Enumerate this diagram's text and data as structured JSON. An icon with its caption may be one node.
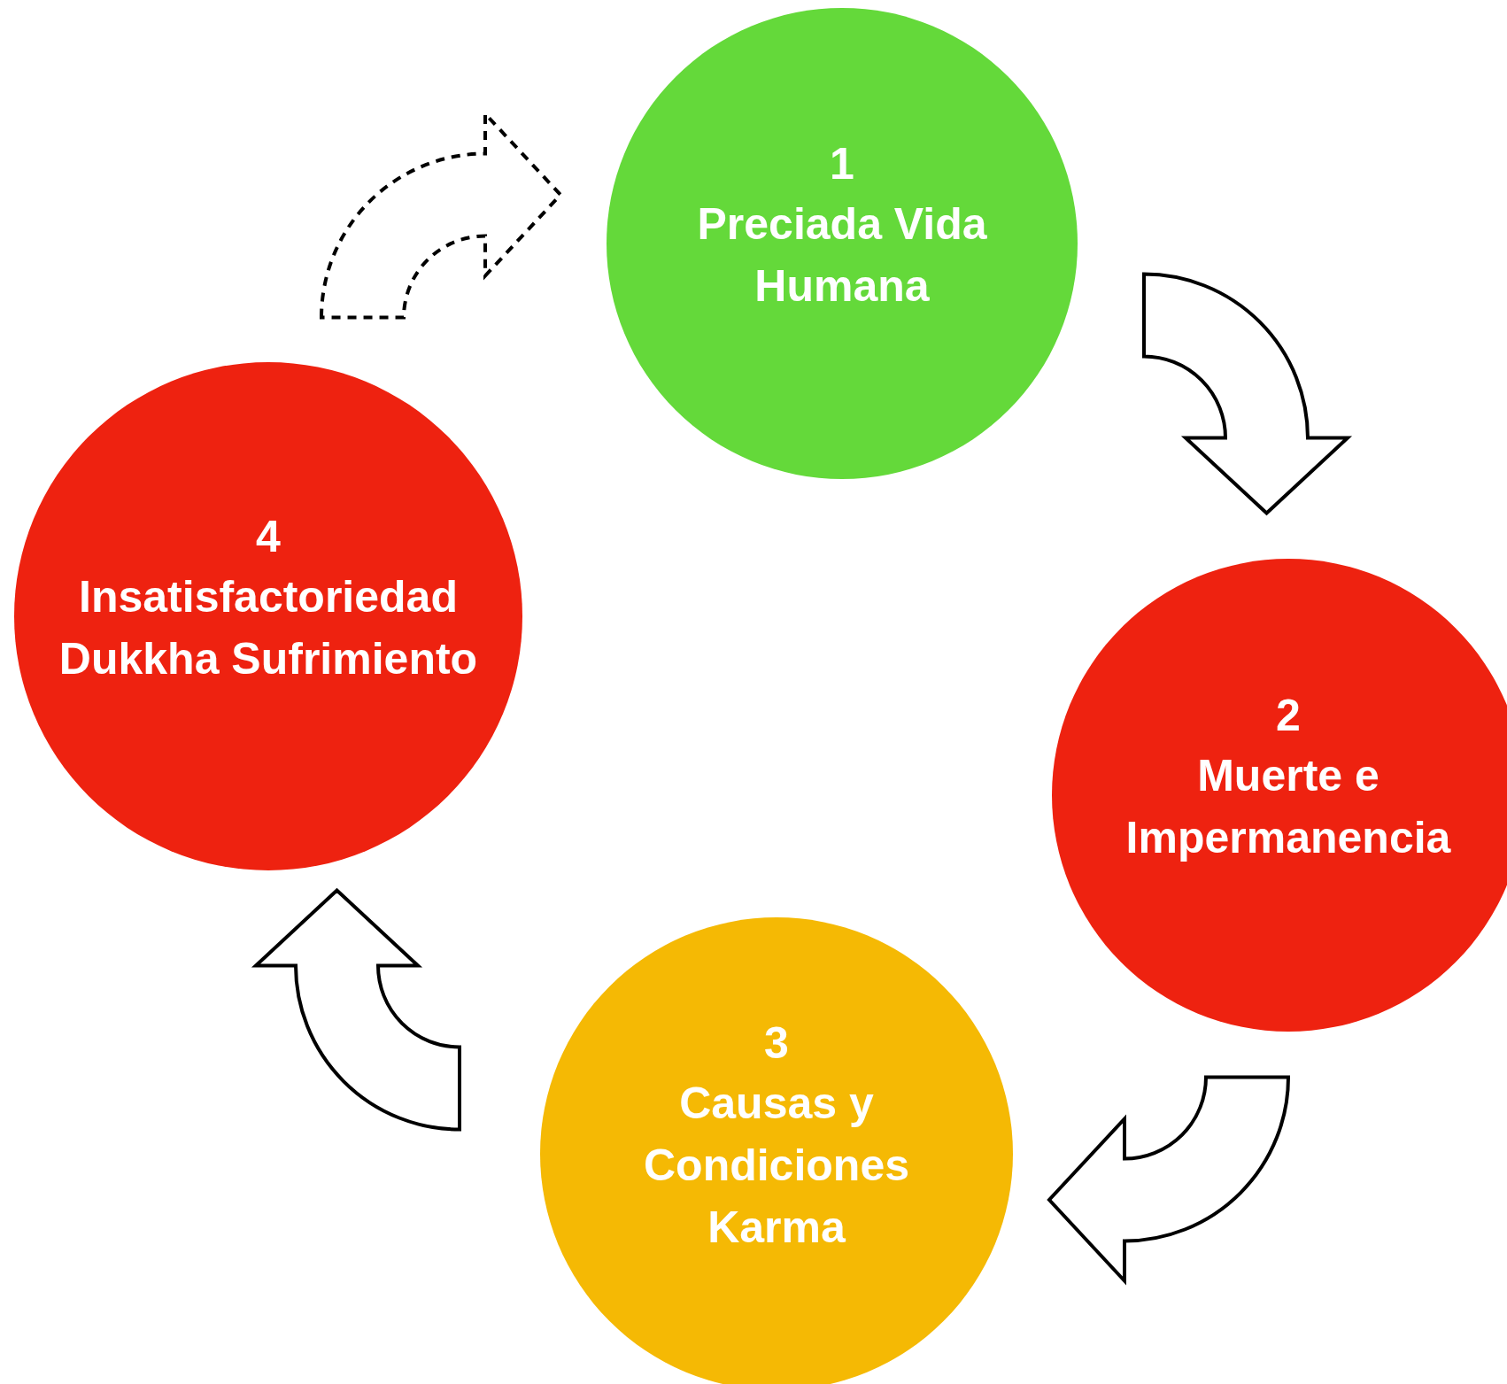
{
  "diagram": {
    "nodes": [
      {
        "text": [
          "1",
          "Preciada Vida Humana"
        ]
      },
      {
        "text": [
          "2",
          "Muerte e Impermanencia"
        ]
      },
      {
        "text": [
          "3",
          "Causas y Condiciones Karma"
        ]
      },
      {
        "text": [
          "4",
          "Insatisfactoriedad Dukkha Sufrimiento"
        ]
      }
    ],
    "edges": [
      {
        "from": 0,
        "to": 1,
        "arrow": "to"
      },
      {
        "from": 1,
        "to": 2,
        "arrow": "to"
      },
      {
        "from": 2,
        "to": 3,
        "arrow": "to"
      },
      {
        "from": 3,
        "to": 0,
        "arrow": "to",
        "style": "dashed"
      }
    ]
  }
}
